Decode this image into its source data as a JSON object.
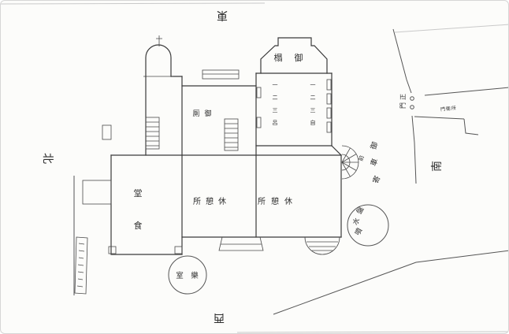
{
  "colors": {
    "background": "#fcfcfa",
    "line": "#3a3a3a",
    "site_line": "#555555",
    "faint_edge": "#c9c9c9"
  },
  "compass": {
    "east": "東",
    "west": "西",
    "north": "北",
    "south": "南"
  },
  "labels": {
    "bay": [
      "榻",
      "御"
    ],
    "small_room": [
      "厠",
      "御"
    ],
    "rest_room_1": [
      "所",
      "憩",
      "休"
    ],
    "rest_room_2": [
      "所",
      "憩",
      "休"
    ],
    "dining": [
      "堂",
      "食"
    ],
    "music": [
      "室",
      "樂"
    ],
    "fountain": [
      "盤",
      "水",
      "噴"
    ],
    "porch": [
      "御",
      "車",
      "寄"
    ],
    "porch_small": "前",
    "gate": [
      "正",
      "門"
    ],
    "gate_note": "門衛所",
    "wing_left": [
      "一",
      "二",
      "三",
      "呂"
    ],
    "wing_right": [
      "一",
      "二",
      "三",
      "自"
    ]
  }
}
